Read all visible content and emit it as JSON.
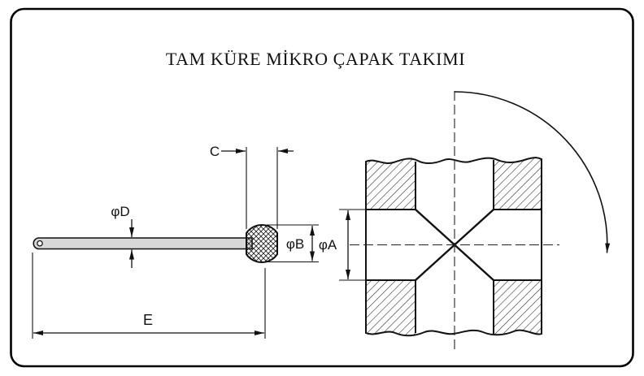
{
  "title": "TAM KÜRE MİKRO ÇAPAK TAKIMI",
  "dimension_labels": {
    "c": "C",
    "shaft_diameter": "φD",
    "ball_diameter": "φB",
    "bore_diameter": "φA",
    "shaft_length": "E"
  },
  "colors": {
    "background": "#ffffff",
    "line": "#111111",
    "shaft_fill": "#d8d8d8"
  }
}
